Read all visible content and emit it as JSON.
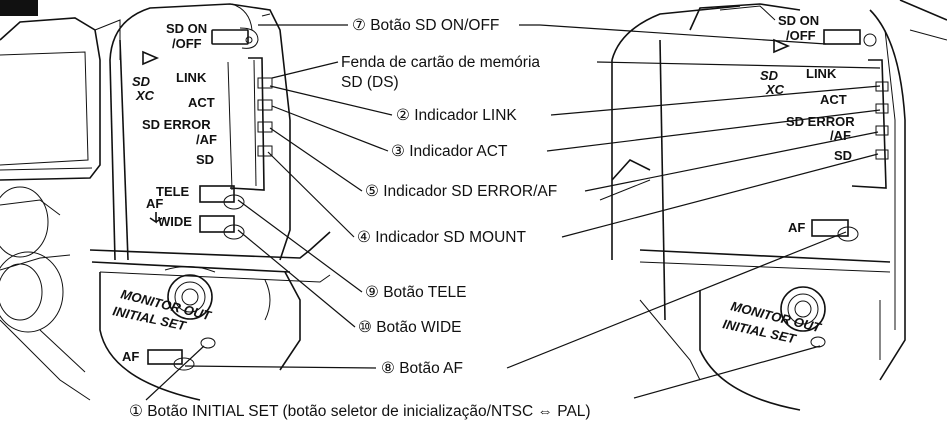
{
  "camera_panel_labels": {
    "sd_on_off": [
      "SD ON",
      "/OFF"
    ],
    "sdxc_logo": [
      "SD",
      "XC"
    ],
    "link": "LINK",
    "act": "ACT",
    "sd_error_af": [
      "SD ERROR",
      "/AF"
    ],
    "sd": "SD",
    "tele": "TELE",
    "wide": "WIDE",
    "af": "AF",
    "monitor_out": "MONITOR OUT",
    "initial_set": "INITIAL SET"
  },
  "callouts": [
    {
      "id": "sd_on_off_button",
      "text": "⑦ Botão SD ON/OFF"
    },
    {
      "id": "sd_slot",
      "text": [
        "Fenda de cartão de memória",
        "SD (DS)"
      ]
    },
    {
      "id": "link_indicator",
      "text": "② Indicador LINK"
    },
    {
      "id": "act_indicator",
      "text": "③ Indicador ACT"
    },
    {
      "id": "sd_error_af_indicator",
      "text": "⑤ Indicador SD ERROR/AF"
    },
    {
      "id": "sd_mount_indicator",
      "text": "④ Indicador SD MOUNT"
    },
    {
      "id": "tele_button",
      "text": "⑨ Botão TELE"
    },
    {
      "id": "wide_button",
      "text": "⑩ Botão WIDE"
    },
    {
      "id": "af_button",
      "text": "⑧ Botão AF"
    },
    {
      "id": "initial_set_button",
      "text": "① Botão INITIAL SET (botão seletor de inicialização/NTSC ⇔ PAL)"
    }
  ]
}
